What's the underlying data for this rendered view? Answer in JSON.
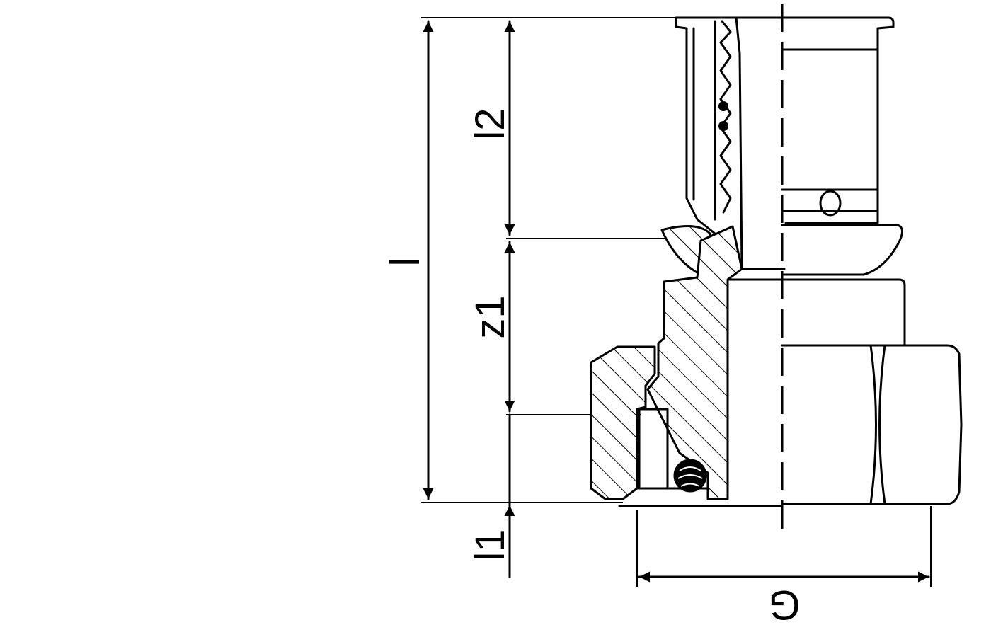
{
  "dimensions": {
    "total_length": "l",
    "length_2": "l2",
    "offset_z1": "z1",
    "length_1": "l1",
    "thread_size": "G"
  },
  "colors": {
    "ink": "#000000",
    "paper": "#ffffff"
  }
}
